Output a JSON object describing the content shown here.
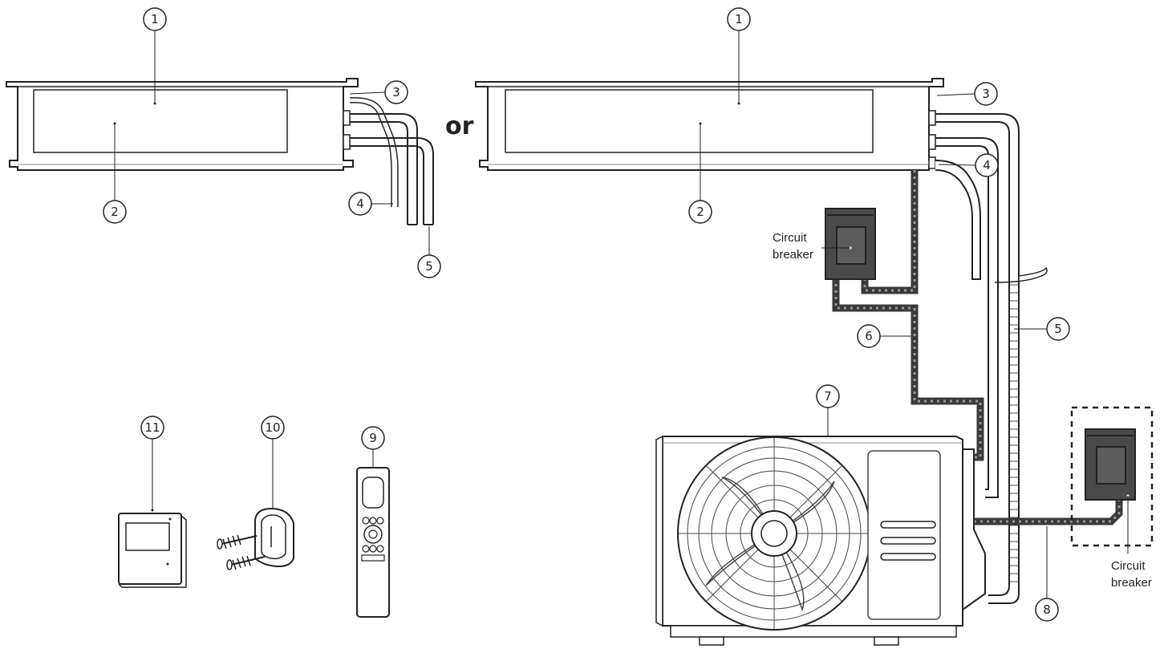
{
  "connector_word": "or",
  "callouts": {
    "left_unit_1": "1",
    "left_unit_2": "2",
    "left_unit_3": "3",
    "left_unit_4": "4",
    "left_unit_5": "5",
    "right_unit_1": "1",
    "right_unit_2": "2",
    "right_unit_3": "3",
    "right_unit_4": "4",
    "right_unit_5": "5",
    "power_cable": "6",
    "outdoor_unit": "7",
    "connection_cable": "8",
    "remote_controller": "9",
    "remote_holder": "10",
    "wired_controller": "11"
  },
  "labels": {
    "breaker_indoor_line1": "Circuit",
    "breaker_indoor_line2": "breaker",
    "breaker_outdoor_line1": "Circuit",
    "breaker_outdoor_line2": "breaker"
  },
  "colors": {
    "line": "#222222",
    "cable": "#3a3a3a",
    "breaker_body": "#4a4a4a",
    "unit_fill": "#ffffff",
    "light_line": "#888888"
  },
  "icons": [
    "circled-number",
    "circuit-breaker-icon",
    "fan-grille-icon",
    "screw-icon"
  ]
}
